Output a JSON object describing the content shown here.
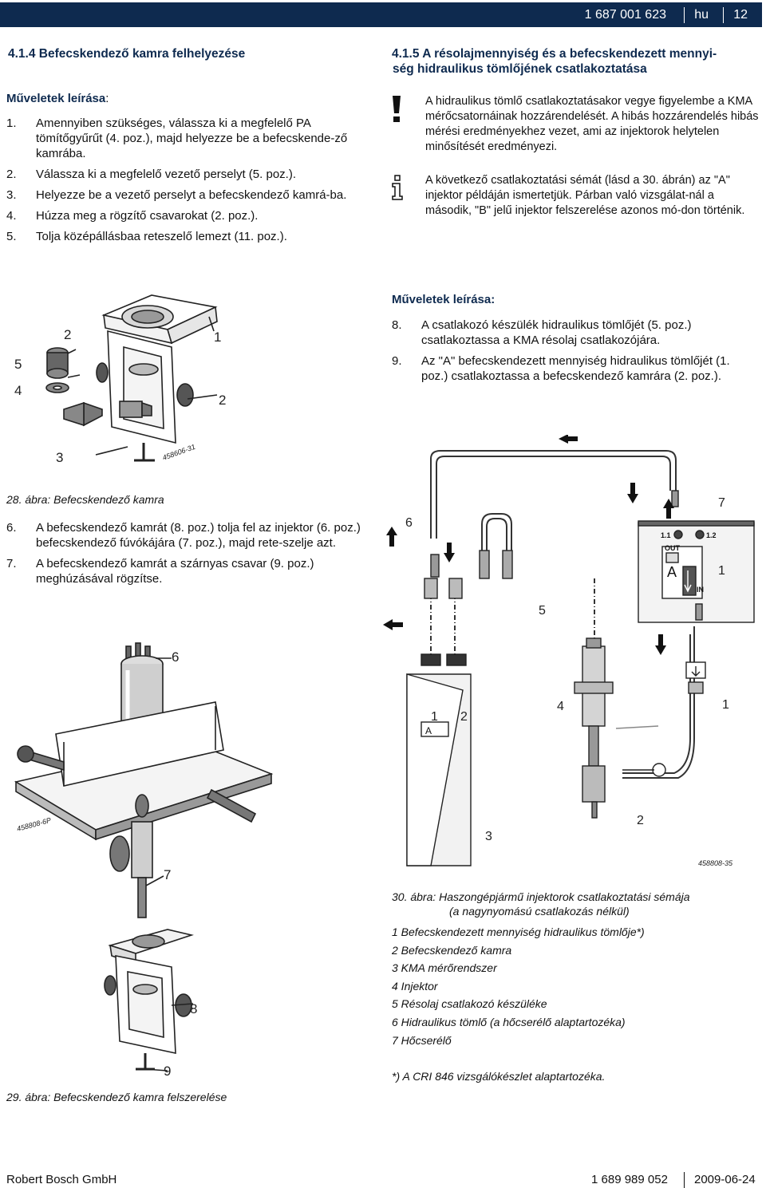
{
  "header": {
    "doc_number": "1 687 001 623",
    "lang": "hu",
    "page": "12"
  },
  "left": {
    "section_title": "4.1.4 Befecskendező kamra felhelyezése",
    "ops_label": "Műveletek leírása",
    "ops_colon": ":",
    "steps": [
      {
        "num": "1.",
        "text": "Amennyiben szükséges, válassza ki a megfelelő PA tömítőgyűrűt (4. poz.), majd helyezze be a befecskende-ző kamrába."
      },
      {
        "num": "2.",
        "text": "Válassza ki a megfelelő vezető perselyt (5. poz.)."
      },
      {
        "num": "3.",
        "text": "Helyezze be a vezető perselyt a befecskendező kamrá-ba."
      },
      {
        "num": "4.",
        "text": "Húzza meg a rögzítő csavarokat (2. poz.)."
      },
      {
        "num": "5.",
        "text": "Tolja középállásbaa reteszelő lemezt (11. poz.)."
      }
    ],
    "fig28": {
      "caption": "28. ábra: Befecskendező kamra",
      "code": "458606-31",
      "labels": [
        "2",
        "1",
        "5",
        "4",
        "2",
        "3"
      ]
    },
    "steps2": [
      {
        "num": "6.",
        "text": "A befecskendező kamrát (8. poz.) tolja fel az injektor (6. poz.) befecskendező fúvókájára (7. poz.), majd rete-szelje azt."
      },
      {
        "num": "7.",
        "text": "A befecskendező kamrát a szárnyas csavar (9. poz.) meghúzásával rögzítse."
      }
    ],
    "fig29": {
      "caption": "29. ábra: Befecskendező kamra felszerelése",
      "code": "458808-6P",
      "labels": [
        "6",
        "7",
        "8",
        "9"
      ]
    }
  },
  "right": {
    "section_title_1": "4.1.5 A résolajmennyiség és a befecskendezett mennyi-",
    "section_title_2": "ség hidraulikus tömlőjének csatlakoztatása",
    "warning_icon": "exclamation-icon",
    "warning_text": "A hidraulikus tömlő csatlakoztatásakor vegye figyelembe a KMA mérőcsatornáinak hozzárendelését. A hibás hozzárendelés hibás mérési eredményekhez vezet, ami az injektorok helytelen minősítését eredményezi.",
    "info_icon": "info-icon",
    "info_text": "A következő csatlakoztatási sémát (lásd a 30. ábrán) az \"A\" injektor példáján ismertetjük. Párban való vizsgálat-nál a második, \"B\" jelű injektor felszerelése azonos mó-don történik.",
    "ops_label": "Műveletek leírása:",
    "steps": [
      {
        "num": "8.",
        "text": "A csatlakozó készülék hidraulikus tömlőjét (5. poz.) csatlakoztassa a KMA résolaj csatlakozójára."
      },
      {
        "num": "9.",
        "text": "Az \"A\" befecskendezett mennyiség hidraulikus tömlőjét (1. poz.) csatlakoztassa a befecskendező kamrára (2. poz.)."
      }
    ],
    "fig30": {
      "caption_1": "30. ábra: Haszongépjármű injektorok csatlakoztatási sémája",
      "caption_2": "(a nagynyomású csatlakozás nélkül)",
      "code": "458808-35",
      "labels": [
        "7",
        "6",
        "1",
        "5",
        "4",
        "1",
        "2",
        "3",
        "1",
        "2"
      ],
      "panel_texts": [
        "1.1",
        "1.2",
        "OUT",
        "IN",
        "A",
        "A"
      ]
    },
    "legend": [
      "1 Befecskendezett mennyiség hidraulikus tömlője*)",
      "2 Befecskendező kamra",
      "3 KMA mérőrendszer",
      "4  Injektor",
      "5 Résolaj csatlakozó készüléke",
      "6 Hidraulikus tömlő (a hőcserélő alaptartozéka)",
      "7 Hőcserélő"
    ],
    "footnote": "*) A CRI 846 vizsgálókészlet alaptartozéka."
  },
  "footer": {
    "company": "Robert Bosch GmbH",
    "doc_number": "1 689 989 052",
    "date": "2009-06-24"
  },
  "colors": {
    "header_bg": "#0e2a4f",
    "heading": "#0e2a4f"
  }
}
